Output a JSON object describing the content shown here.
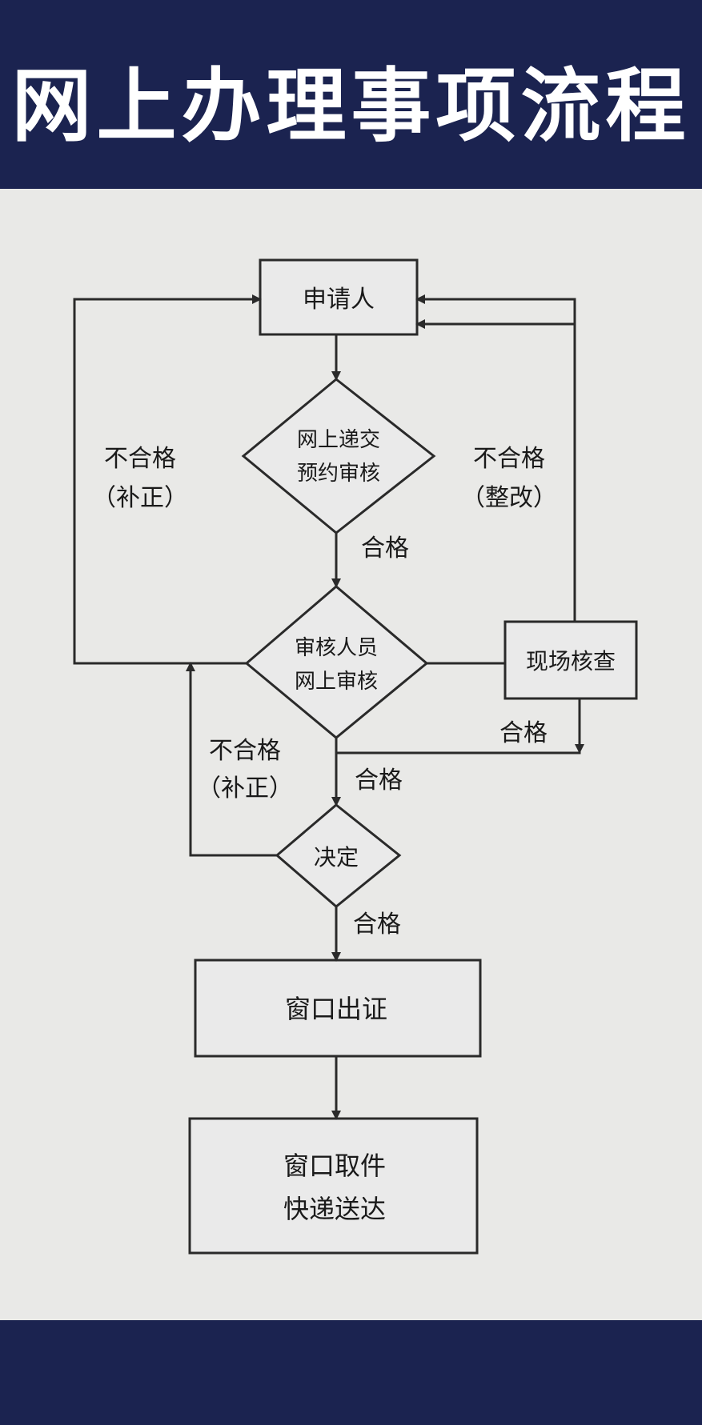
{
  "title": "网上办理事项流程",
  "colors": {
    "header": "#1b2350",
    "board": "#e9e9e7",
    "ink": "#2a2a2a"
  },
  "nodes": {
    "applicant": "申请人",
    "online_submit": [
      "网上递交",
      "预约审核"
    ],
    "staff_review": [
      "审核人员",
      "网上审核"
    ],
    "site_check": "现场核查",
    "decision": "决定",
    "window_issue": "窗口出证",
    "pickup": [
      "窗口取件",
      "快递送达"
    ]
  },
  "labels": {
    "fail_correct_left": [
      "不合格",
      "（补正）"
    ],
    "fail_rectify_right": [
      "不合格",
      "（整改）"
    ],
    "pass_1": "合格",
    "pass_site": "合格",
    "pass_2": "合格",
    "fail_correct_decision": [
      "不合格",
      "（补正）"
    ],
    "pass_3": "合格"
  }
}
